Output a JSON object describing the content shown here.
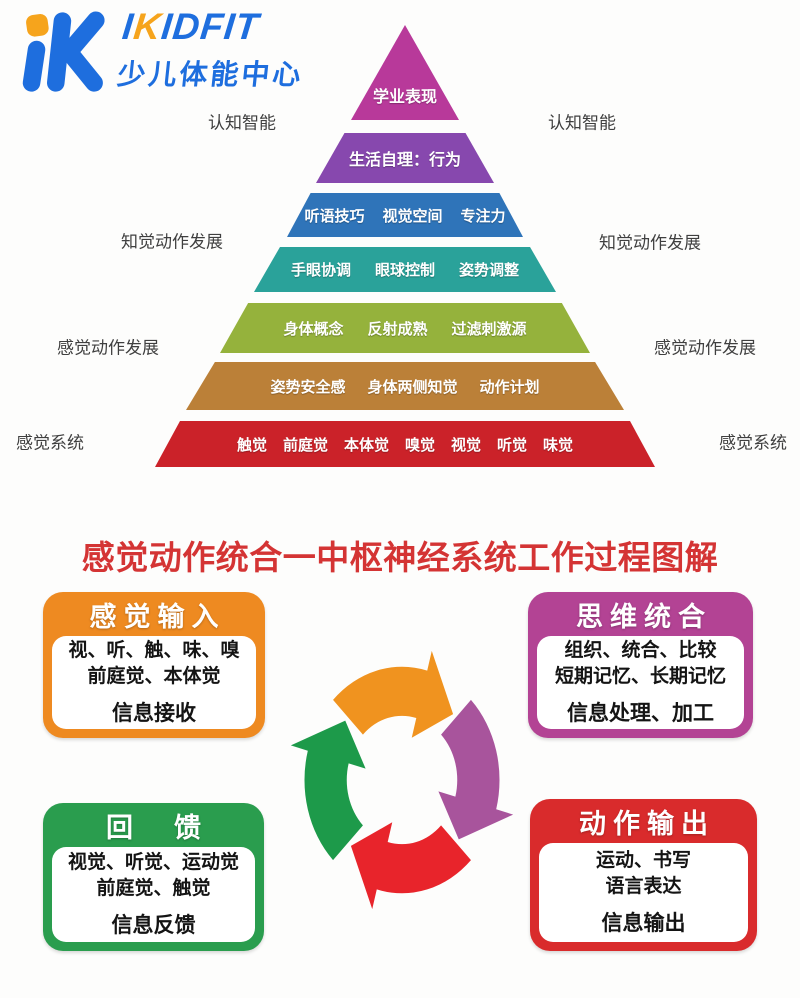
{
  "logo": {
    "brand_prefix": "I",
    "brand_accent": "K",
    "brand_suffix": "IDFIT",
    "subtitle": "少儿体能中心",
    "blue": "#1e6ede",
    "accent": "#f6a41c"
  },
  "pyramid": {
    "side_labels_left": [
      "认知智能",
      "知觉动作发展",
      "感觉动作发展",
      "感觉系统"
    ],
    "side_labels_right": [
      "认知智能",
      "知觉动作发展",
      "感觉动作发展",
      "感觉系统"
    ],
    "levels": [
      {
        "items": [
          "学业表现"
        ],
        "color": "#b8399a"
      },
      {
        "items": [
          "生活自理：行为"
        ],
        "color": "#8748ae"
      },
      {
        "items": [
          "听语技巧",
          "视觉空间",
          "专注力"
        ],
        "color": "#2f74b9"
      },
      {
        "items": [
          "手眼协调",
          "眼球控制",
          "姿势调整"
        ],
        "color": "#2aa29a"
      },
      {
        "items": [
          "身体概念",
          "反射成熟",
          "过滤刺激源"
        ],
        "color": "#95b23c"
      },
      {
        "items": [
          "姿势安全感",
          "身体两侧知觉",
          "动作计划"
        ],
        "color": "#bb8038"
      },
      {
        "items": [
          "触觉",
          "前庭觉",
          "本体觉",
          "嗅觉",
          "视觉",
          "听觉",
          "味觉"
        ],
        "color": "#cb2229"
      }
    ]
  },
  "cycle": {
    "title": "感觉动作统合一中枢神经系统工作过程图解",
    "title_color": "#d43434",
    "boxes": [
      {
        "header": "感觉输入",
        "lines": [
          "视、听、触、味、嗅",
          "前庭觉、本体觉"
        ],
        "footer": "信息接收",
        "color": "#ee8a21"
      },
      {
        "header": "思维统合",
        "lines": [
          "组织、统合、比较",
          "短期记忆、长期记忆"
        ],
        "footer": "信息处理、加工",
        "color": "#b34394"
      },
      {
        "header": "回　馈",
        "lines": [
          "视觉、听觉、运动觉",
          "前庭觉、触觉"
        ],
        "footer": "信息反馈",
        "color": "#2a9d4e"
      },
      {
        "header": "动作输出",
        "lines": [
          "运动、书写",
          "语言表达"
        ],
        "footer": "信息输出",
        "color": "#d92b2c"
      }
    ],
    "arrows": {
      "top": "#f0931f",
      "right": "#a8549c",
      "bottom": "#e8242b",
      "left": "#1d9a4a"
    }
  }
}
